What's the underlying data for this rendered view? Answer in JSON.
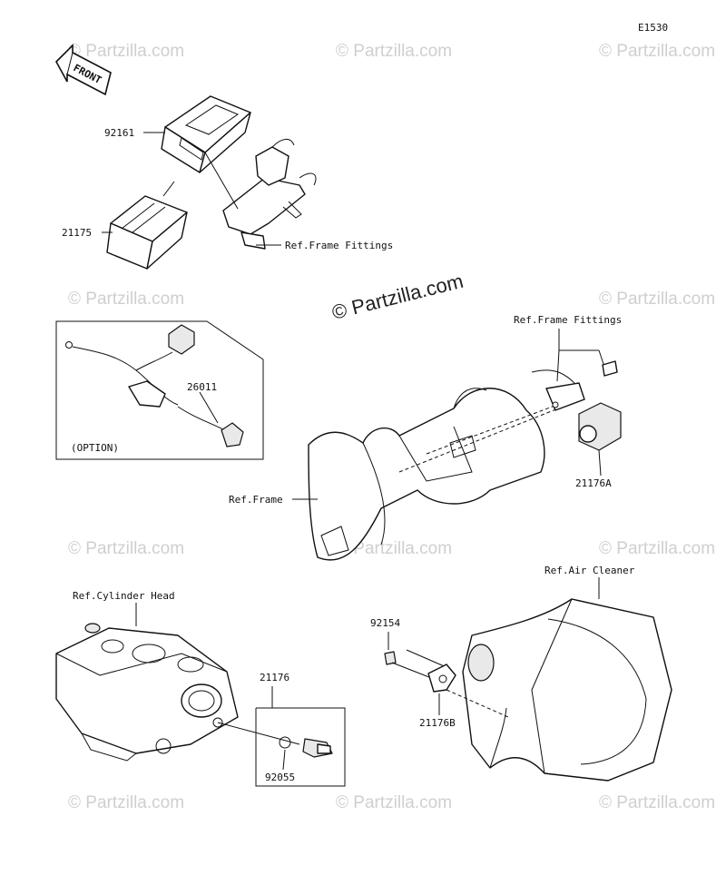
{
  "diagram_code": "E1530",
  "front_label": "FRONT",
  "watermark": {
    "small": "© Partzilla.com",
    "center": "© Partzilla.com"
  },
  "parts": {
    "p92161": "92161",
    "p21175": "21175",
    "p26011": "26011",
    "option": "(OPTION)",
    "ref_frame_fittings_top": "Ref.Frame Fittings",
    "ref_frame_fittings_right": "Ref.Frame Fittings",
    "p21176A": "21176A",
    "ref_frame": "Ref.Frame",
    "ref_cylinder_head": "Ref.Cylinder Head",
    "p21176": "21176",
    "p92055": "92055",
    "p92154": "92154",
    "p21176B": "21176B",
    "ref_air_cleaner": "Ref.Air Cleaner"
  }
}
